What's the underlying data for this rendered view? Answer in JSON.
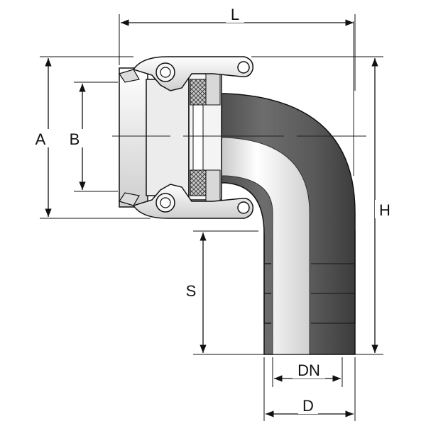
{
  "drawing": {
    "labels": {
      "L": "L",
      "A": "A",
      "B": "B",
      "H": "H",
      "S": "S",
      "DN": "DN",
      "D": "D"
    },
    "colors": {
      "line": "#111111",
      "metal_light": "#f2f2f2",
      "metal_mid": "#d9d9d9",
      "body_dark": "#5a5a5a",
      "body_darker": "#3a3a3a",
      "bore": "#f7f7f7",
      "gasket": "#bdbdbd"
    }
  }
}
